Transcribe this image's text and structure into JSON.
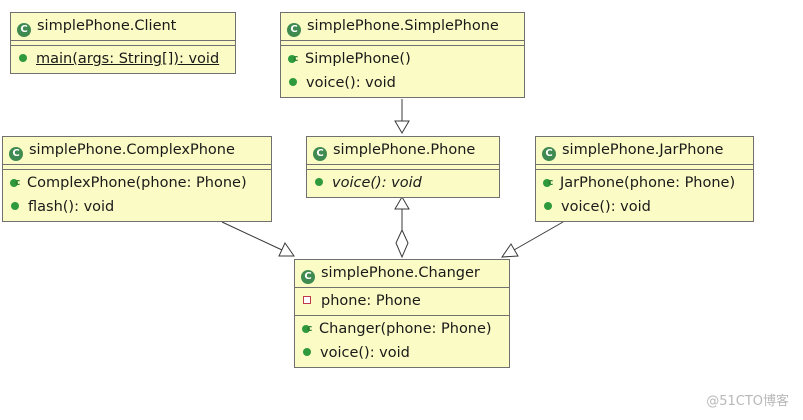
{
  "classes": {
    "client": {
      "name": "simplePhone.Client",
      "methods": [
        "main(args: String[]): void"
      ]
    },
    "simple_phone": {
      "name": "simplePhone.SimplePhone",
      "methods": [
        "SimplePhone()",
        "voice(): void"
      ]
    },
    "complex_phone": {
      "name": "simplePhone.ComplexPhone",
      "methods": [
        "ComplexPhone(phone: Phone)",
        "flash(): void"
      ]
    },
    "phone": {
      "name": "simplePhone.Phone",
      "methods": [
        "voice(): void"
      ]
    },
    "jar_phone": {
      "name": "simplePhone.JarPhone",
      "methods": [
        "JarPhone(phone: Phone)",
        "voice(): void"
      ]
    },
    "changer": {
      "name": "simplePhone.Changer",
      "attributes": [
        "phone: Phone"
      ],
      "methods": [
        "Changer(phone: Phone)",
        "voice(): void"
      ]
    }
  },
  "icons": {
    "class_icon_letter": "C",
    "constructor_icon_letter": "c"
  },
  "colors": {
    "class_fill": "#fbfbc5",
    "border": "#707070",
    "method_icon": "#2e9a3c",
    "class_icon": "#3f8a50",
    "field_icon": "#c0394b"
  },
  "relations": [
    {
      "from": "simplePhone.SimplePhone",
      "to": "simplePhone.Phone",
      "type": "generalization"
    },
    {
      "from": "simplePhone.ComplexPhone",
      "to": "simplePhone.Changer",
      "type": "generalization"
    },
    {
      "from": "simplePhone.JarPhone",
      "to": "simplePhone.Changer",
      "type": "generalization"
    },
    {
      "from": "simplePhone.Changer",
      "to": "simplePhone.Phone",
      "type": "generalization"
    },
    {
      "from": "simplePhone.Changer",
      "to": "simplePhone.Phone",
      "type": "aggregation"
    }
  ],
  "watermark": "@51CTO博客"
}
